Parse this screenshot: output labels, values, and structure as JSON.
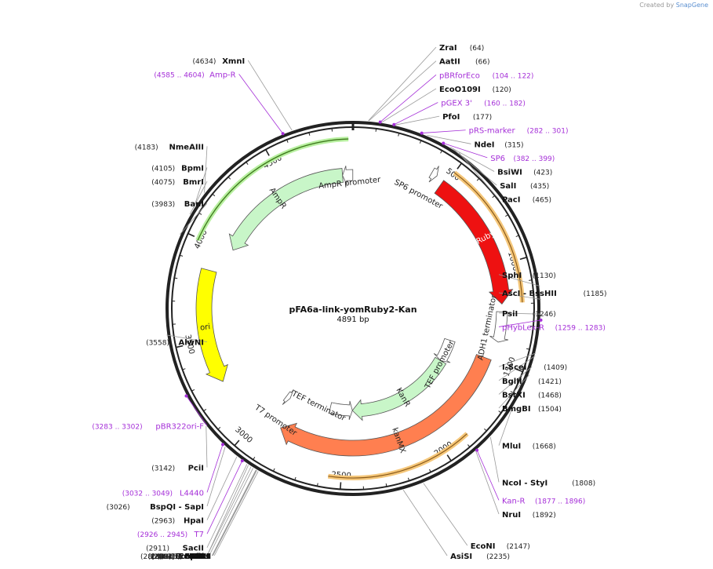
{
  "credit": {
    "prefix": "Created by",
    "brand": "SnapGene"
  },
  "plasmid": {
    "name": "pFA6a-link-yomRuby2-Kan",
    "size": "4891 bp",
    "length": 4891
  },
  "ticks": [
    "500",
    "1000",
    "1500",
    "2000",
    "2500",
    "3000",
    "3500",
    "4000",
    "4500"
  ],
  "enzymes": [
    {
      "name": "ZraI",
      "pos": "(64)",
      "bp": 64
    },
    {
      "name": "AatII",
      "pos": "(66)",
      "bp": 66
    },
    {
      "name": "EcoO109I",
      "pos": "(120)",
      "bp": 120
    },
    {
      "name": "PfoI",
      "pos": "(177)",
      "bp": 177
    },
    {
      "name": "NdeI",
      "pos": "(315)",
      "bp": 315
    },
    {
      "name": "BsiWI",
      "pos": "(423)",
      "bp": 423
    },
    {
      "name": "SalI",
      "pos": "(435)",
      "bp": 435
    },
    {
      "name": "PacI",
      "pos": "(465)",
      "bp": 465
    },
    {
      "name": "SphI",
      "pos": "(1130)",
      "bp": 1130
    },
    {
      "name": "AscI - BssHII",
      "pos": "(1185)",
      "bp": 1185
    },
    {
      "name": "PsiI",
      "pos": "(1246)",
      "bp": 1246
    },
    {
      "name": "I-SceI",
      "pos": "(1409)",
      "bp": 1409
    },
    {
      "name": "BglII",
      "pos": "(1421)",
      "bp": 1421
    },
    {
      "name": "BstXI",
      "pos": "(1468)",
      "bp": 1468
    },
    {
      "name": "BmgBI",
      "pos": "(1504)",
      "bp": 1504
    },
    {
      "name": "MluI",
      "pos": "(1668)",
      "bp": 1668
    },
    {
      "name": "NcoI - StyI",
      "pos": "(1808)",
      "bp": 1808
    },
    {
      "name": "NruI",
      "pos": "(1892)",
      "bp": 1892
    },
    {
      "name": "EcoNI",
      "pos": "(2147)",
      "bp": 2147
    },
    {
      "name": "AsiSI",
      "pos": "(2235)",
      "bp": 2235
    },
    {
      "name": "PmeI",
      "pos": "(2856)",
      "bp": 2856
    },
    {
      "name": "Eco53kI",
      "pos": "(2863)",
      "bp": 2863
    },
    {
      "name": "SacI",
      "pos": "(2865)",
      "bp": 2865
    },
    {
      "name": "EcoRI",
      "pos": "(2867)",
      "bp": 2867
    },
    {
      "name": "EcoRV",
      "pos": "(2881)",
      "bp": 2881
    },
    {
      "name": "SpeI",
      "pos": "(2891)",
      "bp": 2891
    },
    {
      "name": "SfiI",
      "pos": "(2904)",
      "bp": 2904
    },
    {
      "name": "SacII",
      "pos": "(2911)",
      "bp": 2911
    },
    {
      "name": "HpaI",
      "pos": "(2963)",
      "bp": 2963
    },
    {
      "name": "BspQI - SapI",
      "pos": "(3026)",
      "bp": 3026
    },
    {
      "name": "PciI",
      "pos": "(3142)",
      "bp": 3142
    },
    {
      "name": "AlwNI",
      "pos": "(3558)",
      "bp": 3558
    },
    {
      "name": "BanI",
      "pos": "(3983)",
      "bp": 3983
    },
    {
      "name": "BmrI",
      "pos": "(4075)",
      "bp": 4075
    },
    {
      "name": "BpmI",
      "pos": "(4105)",
      "bp": 4105
    },
    {
      "name": "NmeAIII",
      "pos": "(4183)",
      "bp": 4183
    },
    {
      "name": "XmnI",
      "pos": "(4634)",
      "bp": 4634
    }
  ],
  "primers": [
    {
      "name": "pBRforEco",
      "range": "(104 .. 122)",
      "bp": 113
    },
    {
      "name": "pGEX 3'",
      "range": "(160 .. 182)",
      "bp": 171
    },
    {
      "name": "pRS-marker",
      "range": "(282 .. 301)",
      "bp": 291
    },
    {
      "name": "SP6",
      "range": "(382 .. 399)",
      "bp": 390
    },
    {
      "name": "pHybLex-R",
      "range": "(1259 .. 1283)",
      "bp": 1271
    },
    {
      "name": "Kan-R",
      "range": "(1877 .. 1896)",
      "bp": 1886
    },
    {
      "name": "T7",
      "range": "(2926 .. 2945)",
      "bp": 2935
    },
    {
      "name": "L4440",
      "range": "(3032 .. 3049)",
      "bp": 3040
    },
    {
      "name": "pBR322ori-F",
      "range": "(3283 .. 3302)",
      "bp": 3292
    },
    {
      "name": "Amp-R",
      "range": "(4585 .. 4604)",
      "bp": 4594
    }
  ],
  "features": [
    {
      "name": "mRuby2",
      "color": "#ee1111"
    },
    {
      "name": "ori",
      "color": "#ffff00"
    },
    {
      "name": "kanMX",
      "color": "#ff7f50"
    },
    {
      "name": "KanR",
      "color": "#c8f6c8"
    },
    {
      "name": "AmpR",
      "color": "#c8f6c8"
    }
  ],
  "feature_labels": [
    "SP6 promoter",
    "AmpR promoter",
    "ADH1 terminator",
    "TEF promoter",
    "TEF terminator",
    "T7 promoter"
  ],
  "colors": {
    "backbone": "#222222",
    "primer": "#a52fd8",
    "orf_highlight": "#f5c77a",
    "amp_highlight": "#3f7a1d"
  }
}
